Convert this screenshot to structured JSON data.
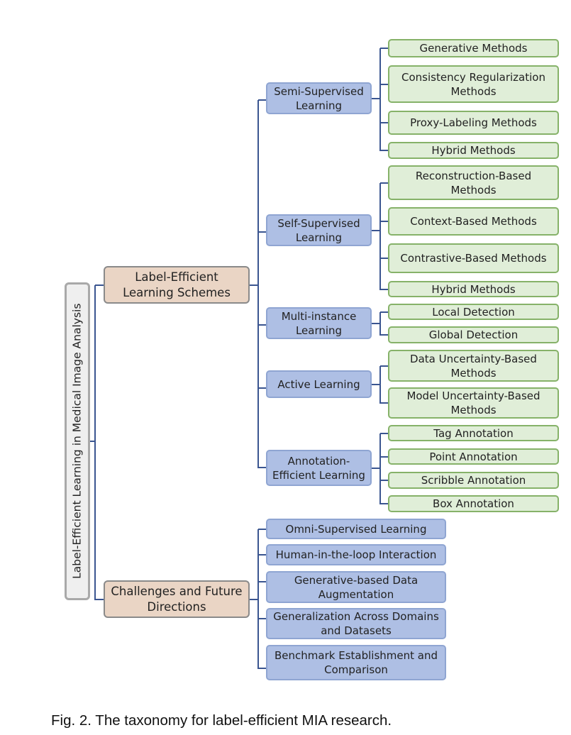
{
  "diagram": {
    "root": "Label-Efficient Learning in Medical Image Analysis",
    "branches": [
      {
        "label": "Label-Efficient\nLearning Schemes",
        "children": [
          {
            "label": "Semi-Supervised\nLearning",
            "children": [
              "Generative Methods",
              "Consistency Regularization\nMethods",
              "Proxy-Labeling Methods",
              "Hybrid Methods"
            ]
          },
          {
            "label": "Self-Supervised\nLearning",
            "children": [
              "Reconstruction-Based\nMethods",
              "Context-Based Methods",
              "Contrastive-Based Methods",
              "Hybrid Methods"
            ]
          },
          {
            "label": "Multi-instance\nLearning",
            "children": [
              "Local Detection",
              "Global Detection"
            ]
          },
          {
            "label": "Active Learning",
            "children": [
              "Data Uncertainty-Based\nMethods",
              "Model Uncertainty-Based\nMethods"
            ]
          },
          {
            "label": "Annotation-\nEfficient Learning",
            "children": [
              "Tag Annotation",
              "Point Annotation",
              "Scribble Annotation",
              "Box Annotation"
            ]
          }
        ]
      },
      {
        "label": "Challenges and Future\nDirections",
        "children": [
          {
            "label": "Omni-Supervised Learning"
          },
          {
            "label": "Human-in-the-loop Interaction"
          },
          {
            "label": "Generative-based Data\nAugmentation"
          },
          {
            "label": "Generalization Across Domains\nand Datasets"
          },
          {
            "label": "Benchmark Establishment and\nComparison"
          }
        ]
      }
    ]
  },
  "caption": "Fig. 2. The taxonomy for label-efficient MIA research.",
  "colors": {
    "root_fill": "#efefef",
    "category_fill": "#ead5c5",
    "method_fill": "#aebfe4",
    "leaf_fill": "#e0eed8",
    "leaf_border": "#86b269",
    "connector": "#3a5590"
  }
}
